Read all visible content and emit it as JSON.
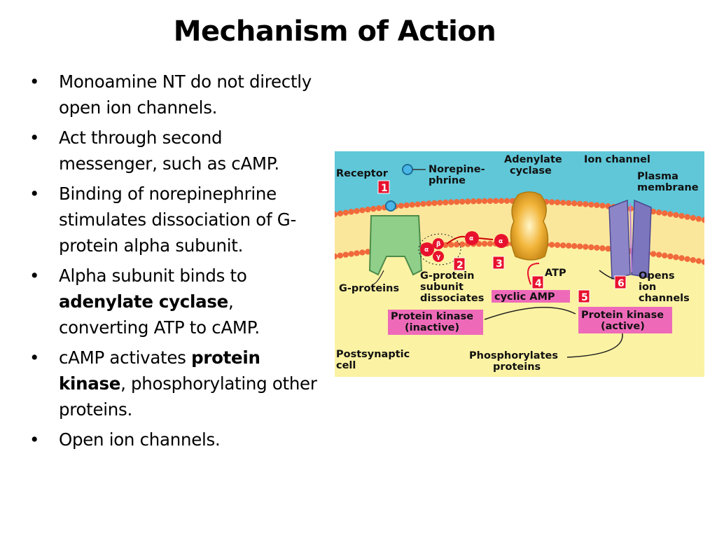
{
  "slide": {
    "title": "Mechanism of Action",
    "bullets": [
      {
        "parts": [
          {
            "text": "Monoamine NT do not directly open ion channels.",
            "bold": false
          }
        ]
      },
      {
        "parts": [
          {
            "text": "Act through second messenger, such as cAMP.",
            "bold": false
          }
        ]
      },
      {
        "parts": [
          {
            "text": "Binding of norepinephrine stimulates dissociation of G-protein alpha subunit.",
            "bold": false
          }
        ]
      },
      {
        "parts": [
          {
            "text": "Alpha subunit binds to ",
            "bold": false
          },
          {
            "text": "adenylate cyclase",
            "bold": true
          },
          {
            "text": ", converting ATP to cAMP.",
            "bold": false
          }
        ]
      },
      {
        "parts": [
          {
            "text": "cAMP activates ",
            "bold": false
          },
          {
            "text": "protein kinase",
            "bold": true
          },
          {
            "text": ", phosphorylating other proteins.",
            "bold": false
          }
        ]
      },
      {
        "parts": [
          {
            "text": "Open ion channels.",
            "bold": false
          }
        ]
      }
    ]
  },
  "diagram": {
    "labels": {
      "receptor": "Receptor",
      "norepinephrine_1": "Norepine-",
      "norepinephrine_2": "phrine",
      "adenylate_1": "Adenylate",
      "adenylate_2": "cyclase",
      "ion_channel": "Ion channel",
      "plasma_1": "Plasma",
      "plasma_2": "membrane",
      "atp": "ATP",
      "camp": "cyclic AMP",
      "g_proteins": "G-proteins",
      "gprot_1": "G-protein",
      "gprot_2": "subunit",
      "gprot_3": "dissociates",
      "opens_1": "Opens",
      "opens_2": "ion",
      "opens_3": "channels",
      "pk_inactive_1": "Protein kinase",
      "pk_inactive_2": "(inactive)",
      "pk_active_1": "Protein kinase",
      "pk_active_2": "(active)",
      "postsyn_1": "Postsynaptic",
      "postsyn_2": "cell",
      "phos_1": "Phosphorylates",
      "phos_2": "proteins",
      "alpha": "α",
      "beta": "β",
      "gamma": "γ"
    },
    "steps": [
      "1",
      "2",
      "3",
      "4",
      "5",
      "6"
    ],
    "colors": {
      "extracellular": "#5fc7d8",
      "cytoplasm": "#fbf2a3",
      "lipid_head": "#f06a3c",
      "receptor": "#8fcf8a",
      "cyclase": "#f2b53a",
      "channel": "#8c86c8",
      "step_box": "#e8112d",
      "pink_label": "#ee6ab9"
    }
  }
}
